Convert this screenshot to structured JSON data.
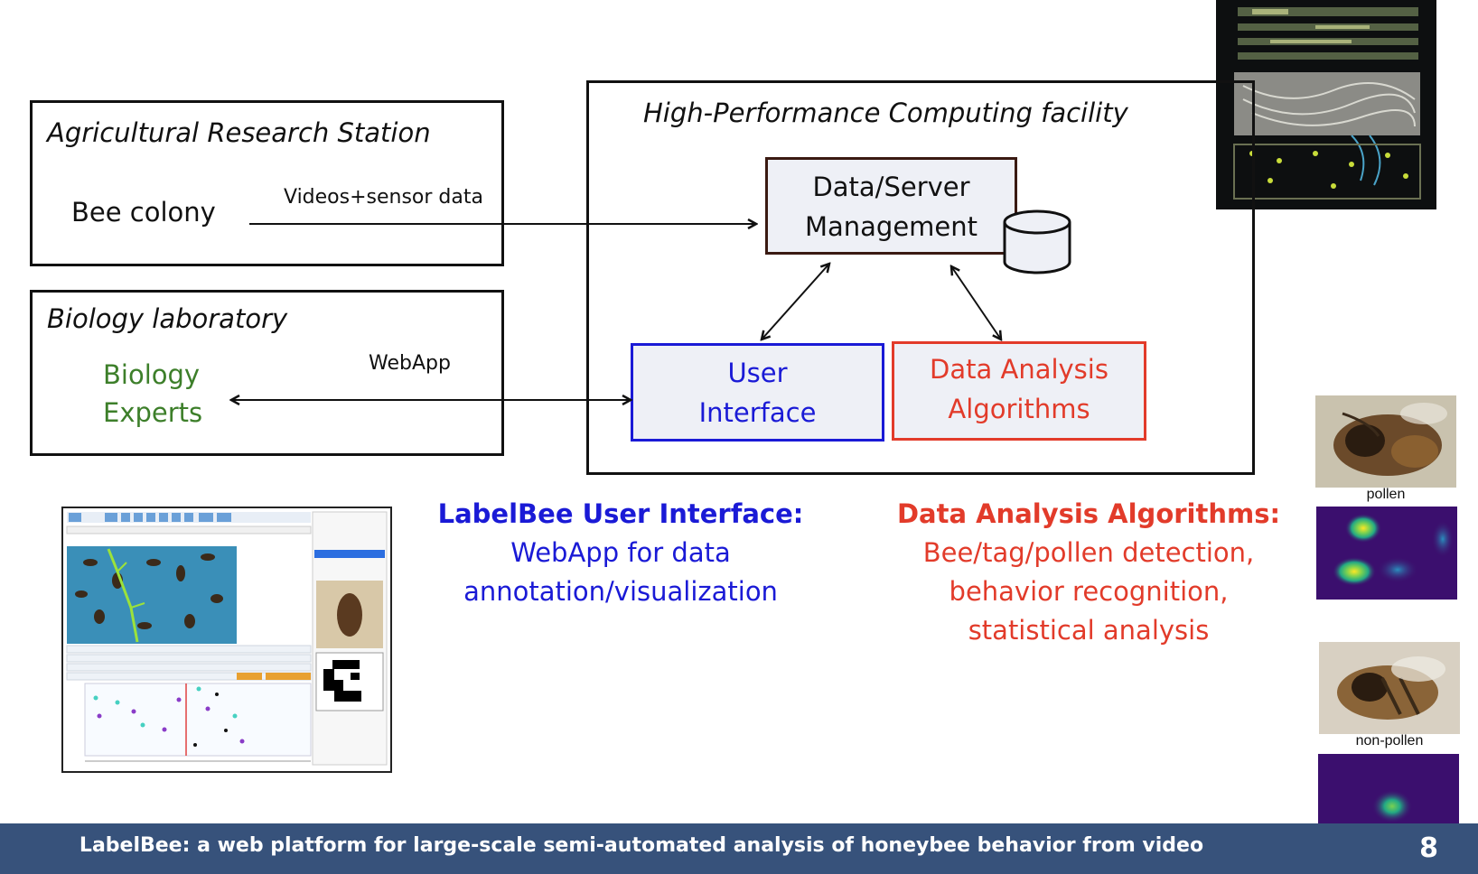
{
  "boxes": {
    "station_title": "Agricultural Research Station",
    "bee_colony": "Bee colony",
    "videos_label": "Videos+sensor data",
    "lab_title": "Biology laboratory",
    "experts_line1": "Biology",
    "experts_line2": "Experts",
    "webapp_label": "WebApp",
    "hpc_title": "High-Performance Computing facility",
    "server_line1": "Data/Server",
    "server_line2": "Management",
    "ui_line1": "User",
    "ui_line2": "Interface",
    "algo_line1": "Data Analysis",
    "algo_line2": "Algorithms"
  },
  "captions": {
    "ui_heading": "LabelBee User Interface:",
    "ui_line1": "WebApp for data",
    "ui_line2": "annotation/visualization",
    "algo_heading": "Data Analysis Algorithms:",
    "algo_line1": "Bee/tag/pollen detection,",
    "algo_line2": "behavior recognition,",
    "algo_line3": "statistical analysis"
  },
  "thumbs": {
    "pollen_label": "pollen",
    "nonpollen_label": "non-pollen"
  },
  "footer": {
    "text": "LabelBee: a web platform for large-scale semi-automated analysis of honeybee behavior from video",
    "page": "8"
  },
  "colors": {
    "blue": "#1a1ad6",
    "red": "#e23b2a",
    "green": "#3d7f2a",
    "footer": "#37527b",
    "server_border": "#3a1a12"
  }
}
